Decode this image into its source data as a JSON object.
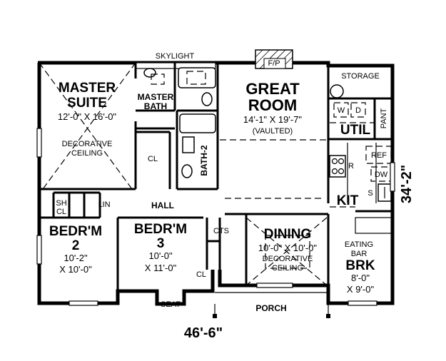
{
  "rooms": {
    "master_suite": {
      "name_line1": "MASTER",
      "name_line2": "SUITE",
      "dims": "12'-0\" X 16'-0\"",
      "ceiling_line1": "DECORATIVE",
      "ceiling_line2": "CEILING"
    },
    "master_bath": {
      "name_line1": "MASTER",
      "name_line2": "BATH"
    },
    "great_room": {
      "name_line1": "GREAT",
      "name_line2": "ROOM",
      "dims": "14'-1\" X 19'-7\"",
      "note": "(VAULTED)"
    },
    "storage": {
      "name": "STORAGE"
    },
    "util": {
      "name": "UTIL",
      "pant": "PANT",
      "washer": "W",
      "dryer": "D"
    },
    "bath2": {
      "name": "BATH-2"
    },
    "closet_master": {
      "name": "CL"
    },
    "kitchen": {
      "name": "KIT",
      "ref": "REF",
      "range": "R",
      "dw": "DW",
      "sink": "S"
    },
    "hall": {
      "name": "HALL"
    },
    "linen": {
      "name": "LIN"
    },
    "shelf_closet": {
      "line1": "SH",
      "line2": "CL"
    },
    "bedroom2": {
      "name_line1": "BEDR'M",
      "name_line2": "2",
      "dims_line1": "10'-2\"",
      "dims_line2": "X 10'-0\""
    },
    "bedroom3": {
      "name_line1": "BEDR'M",
      "name_line2": "3",
      "dims_line1": "10'-0\"",
      "dims_line2": "X 11'-0\""
    },
    "cts": {
      "name": "CTS"
    },
    "closet_b3": {
      "name": "CL"
    },
    "dining": {
      "name": "DINING",
      "dims": "10'-0\" X 10'-0\"",
      "ceiling_line1": "DECORATIVE",
      "ceiling_line2": "CEILING"
    },
    "eating_bar": {
      "line1": "EATING",
      "line2": "BAR"
    },
    "breakfast": {
      "name": "BRK",
      "dims_line1": "8'-0\"",
      "dims_line2": "X 9'-0\""
    },
    "porch": {
      "name": "PORCH"
    },
    "seat": {
      "name": "SEAT"
    }
  },
  "labels": {
    "skylight": "SKYLIGHT",
    "fireplace": "F/P"
  },
  "dimensions": {
    "width": "46'-6\"",
    "depth": "34'-2\""
  }
}
